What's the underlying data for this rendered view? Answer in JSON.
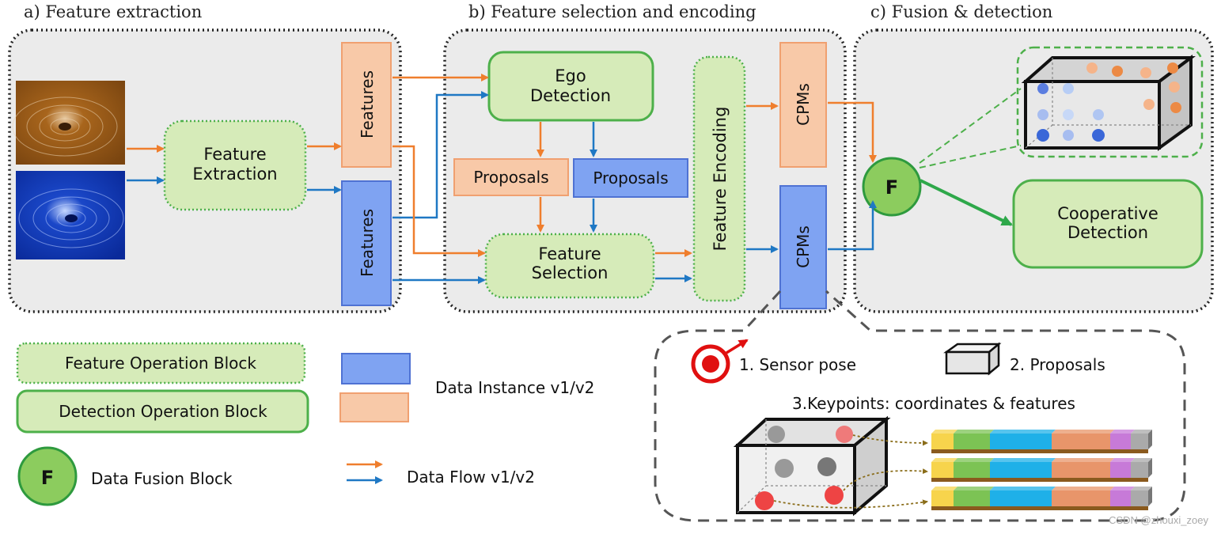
{
  "sections": {
    "a": "a) Feature extraction",
    "b": "b) Feature selection and encoding",
    "c": "c) Fusion & detection"
  },
  "blocks": {
    "feature_extraction": [
      "Feature",
      "Extraction"
    ],
    "features": "Features",
    "ego_detection": [
      "Ego",
      "Detection"
    ],
    "proposals": "Proposals",
    "feature_selection": [
      "Feature",
      "Selection"
    ],
    "feature_encoding": "Feature Encoding",
    "cpms": "CPMs",
    "fusion": "F",
    "cooperative_detection": [
      "Cooperative",
      "Detection"
    ]
  },
  "legend": {
    "feature_operation_block": "Feature Operation Block",
    "detection_operation_block": "Detection Operation Block",
    "data_instance": "Data Instance v1/v2",
    "fusion_letter": "F",
    "data_fusion_block": "Data Fusion Block",
    "data_flow": "Data Flow v1/v2"
  },
  "cpm_detail": {
    "sensor_pose": "1. Sensor pose",
    "proposals": "2. Proposals",
    "keypoints": "3.Keypoints: coordinates & features"
  },
  "watermark": "CSDN @zhouxi_zoey",
  "colors": {
    "orange_fill": "#f8c9a8",
    "orange_stroke": "#f0a070",
    "orange_arrow": "#ef7e2d",
    "blue_fill": "#7fa3f2",
    "blue_stroke": "#4f72d3",
    "blue_arrow": "#1f78c4",
    "green_fill": "#d6ebb9",
    "green_stroke": "#4db04a",
    "fusion_fill": "#8ccc5e",
    "panel_bg": "#ebebeb"
  }
}
